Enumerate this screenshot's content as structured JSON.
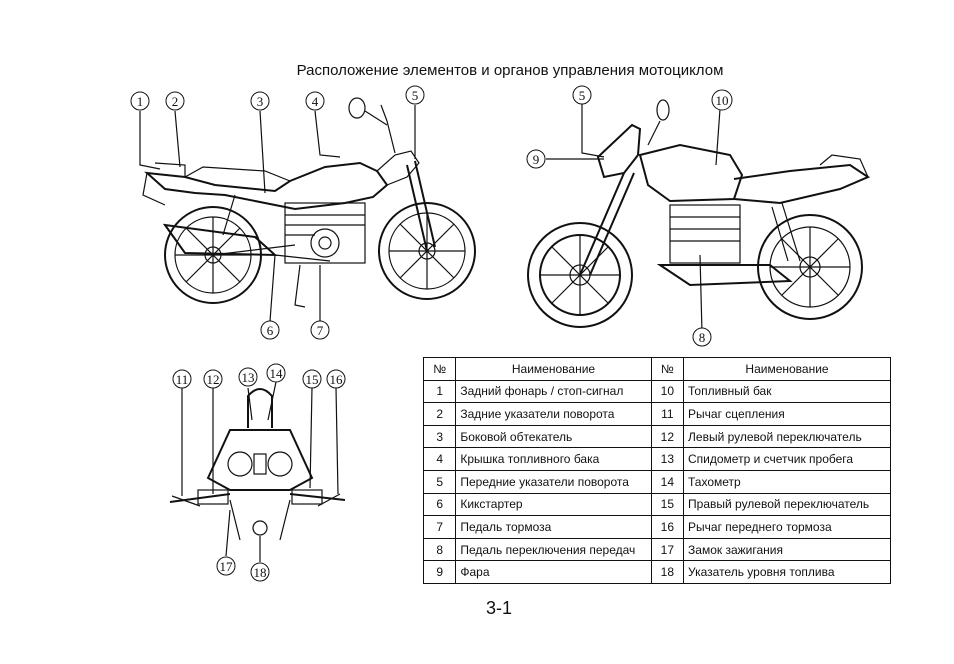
{
  "title": "Расположение элементов и органов управления мотоциклом",
  "figures": {
    "left_side_callouts": [
      "1",
      "2",
      "3",
      "4",
      "5",
      "6",
      "7"
    ],
    "right_side_callouts": [
      "5",
      "9",
      "10",
      "8"
    ],
    "handlebar_callouts": [
      "11",
      "12",
      "13",
      "14",
      "15",
      "16",
      "17",
      "18"
    ]
  },
  "table": {
    "headers": [
      "№",
      "Наименование",
      "№",
      "Наименование"
    ],
    "rows": [
      {
        "n1": "1",
        "name1": "Задний фонарь / стоп-сигнал",
        "n2": "10",
        "name2": "Топливный бак"
      },
      {
        "n1": "2",
        "name1": "Задние указатели поворота",
        "n2": "11",
        "name2": "Рычаг сцепления"
      },
      {
        "n1": "3",
        "name1": "Боковой обтекатель",
        "n2": "12",
        "name2": "Левый рулевой переключатель"
      },
      {
        "n1": "4",
        "name1": "Крышка топливного бака",
        "n2": "13",
        "name2": "Спидометр и счетчик пробега"
      },
      {
        "n1": "5",
        "name1": "Передние указатели поворота",
        "n2": "14",
        "name2": "Тахометр"
      },
      {
        "n1": "6",
        "name1": "Кикстартер",
        "n2": "15",
        "name2": "Правый рулевой переключатель"
      },
      {
        "n1": "7",
        "name1": "Педаль тормоза",
        "n2": "16",
        "name2": "Рычаг переднего тормоза"
      },
      {
        "n1": "8",
        "name1": "Педаль переключения передач",
        "n2": "17",
        "name2": "Замок зажигания"
      },
      {
        "n1": "9",
        "name1": "Фара",
        "n2": "18",
        "name2": "Указатель уровня топлива"
      }
    ]
  },
  "page_number": "3-1"
}
